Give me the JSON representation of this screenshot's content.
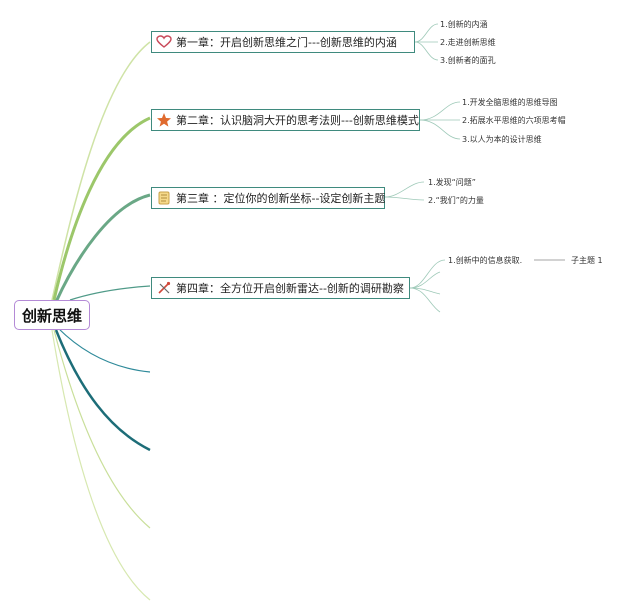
{
  "root": {
    "label": "创新思维"
  },
  "chapters": [
    {
      "icon": "heart-icon",
      "label": "第一章：开启创新思维之门---创新思维的内涵",
      "items": [
        "1.创新的内涵",
        "2.走进创新思维",
        "3.创新者的面孔"
      ]
    },
    {
      "icon": "star-icon",
      "label": "第二章：认识脑洞大开的思考法则---创新思维模式",
      "items": [
        "1.开发全脑思维的思维导图",
        "2.拓展水平思维的六项思考帽",
        "3.以人为本的设计思维"
      ]
    },
    {
      "icon": "scroll-icon",
      "label": "第三章 ：定位你的创新坐标--设定创新主题",
      "items": [
        "1.发现“问题”",
        "2.“我们”的力量"
      ]
    },
    {
      "icon": "tools-icon",
      "label": "第四章：全方位开启创新雷达--创新的调研勘察",
      "items": [
        "1.创新中的信息获取."
      ],
      "subtopic": "子主题 1"
    }
  ],
  "colors": {
    "root_border": "#b48ad6",
    "chapter_border": "#3f8a7e",
    "branch_light": "#c9df9a",
    "branch_green": "#9cc76a",
    "branch_teal": "#4f9a88",
    "branch_dark": "#1d6d78"
  }
}
